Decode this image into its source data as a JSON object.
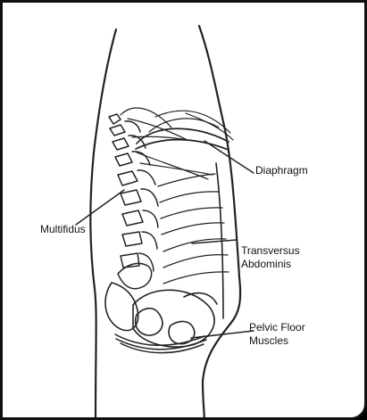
{
  "labels": {
    "diaphragm": "Diaphragm",
    "multifidus": "Multifidus",
    "transversus": "Transversus\nAbdominis",
    "pelvic_floor": "Pelvic Floor\nMuscles"
  }
}
